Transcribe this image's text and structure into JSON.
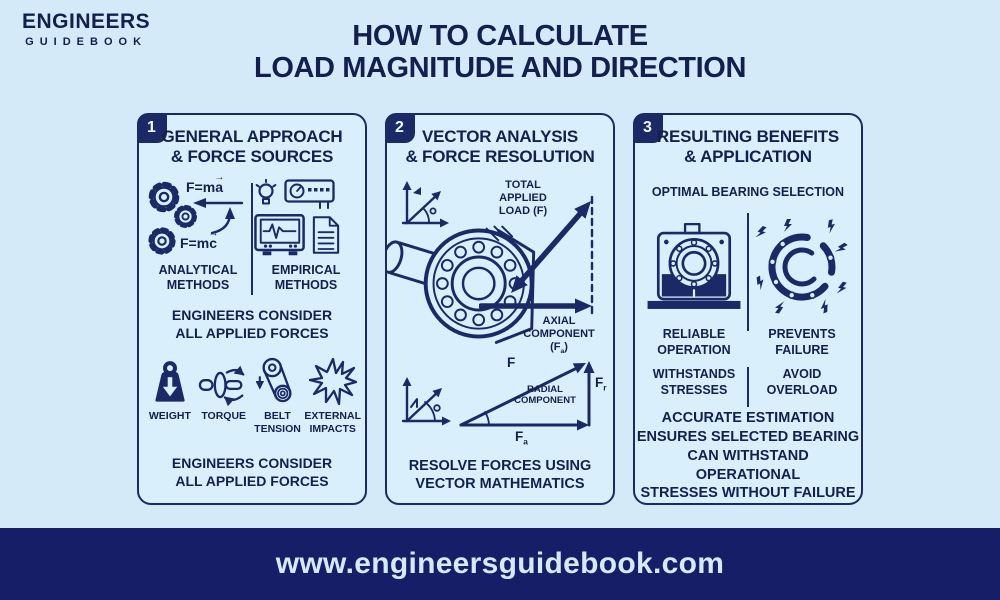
{
  "brand": {
    "name_line1": "ENGINEERS",
    "name_line2": "GUIDEBOOK"
  },
  "header": {
    "title_line1": "HOW TO CALCULATE",
    "title_line2": "LOAD MAGNITUDE AND DIRECTION"
  },
  "footer": {
    "url": "www.engineersguidebook.com"
  },
  "colors": {
    "background": "#d5eaf8",
    "panel_background": "#d9effc",
    "ink_navy": "#1b2a66",
    "text_navy": "#13204e",
    "footer_background": "#171e68",
    "footer_text": "#d5eaf8",
    "badge_text": "#f2f8ff"
  },
  "icons": {
    "vector_arrow": "→",
    "gear-icon": "cog outline",
    "lightbulb-icon": "idea bulb",
    "gauge-icon": "measuring instrument",
    "oscilloscope-icon": "monitor with waveform",
    "document-icon": "report sheet",
    "weight-icon": "kettlebell with down arrow",
    "torque-icon": "shaft with rotation arrows",
    "belt-tension-icon": "belt and pulleys",
    "impact-icon": "starburst",
    "bearing-icon": "ball bearing with shaft",
    "axis-icon": "axes with angle",
    "pillow-block-icon": "mounted bearing unit",
    "cracked-bearing-icon": "broken bearing with sparks"
  },
  "panel1": {
    "number": "1",
    "title_line1": "GENERAL APPROACH",
    "title_line2": "& FORCE SOURCES",
    "analytical": {
      "formula_top_prefix": "F=m",
      "formula_top_var": "a",
      "formula_bottom_prefix": "F=m",
      "formula_bottom_var": "c",
      "label_line1": "ANALYTICAL",
      "label_line2": "METHODS"
    },
    "empirical": {
      "label_line1": "EMPIRICAL",
      "label_line2": "METHODS"
    },
    "mid_heading_line1": "ENGINEERS CONSIDER",
    "mid_heading_line2": "ALL APPLIED FORCES",
    "forces": [
      {
        "label_line1": "WEIGHT",
        "label_line2": ""
      },
      {
        "label_line1": "TORQUE",
        "label_line2": ""
      },
      {
        "label_line1": "BELT",
        "label_line2": "TENSION"
      },
      {
        "label_line1": "EXTERNAL",
        "label_line2": "IMPACTS"
      }
    ],
    "bottom_note_line1": "ENGINEERS CONSIDER",
    "bottom_note_line2": "ALL APPLIED FORCES"
  },
  "panel2": {
    "number": "2",
    "title_line1": "VECTOR ANALYSIS",
    "title_line2": "& FORCE RESOLUTION",
    "total_load_line1": "TOTAL",
    "total_load_line2": "APPLIED",
    "total_load_line3": "LOAD (F)",
    "axial_line1": "AXIAL",
    "axial_line2": "COMPONENT",
    "axial_line3_main": "(F",
    "axial_line3_sub": "a",
    "axial_line3_close": ")",
    "triangle": {
      "hyp_label": "F",
      "vert_label_main": "F",
      "vert_label_sub": "r",
      "base_label_main": "F",
      "base_label_sub": "a",
      "radial_line1": "RADIAL",
      "radial_line2": "COMPONENT"
    },
    "bottom_note_line1": "RESOLVE FORCES USING",
    "bottom_note_line2": "VECTOR MATHEMATICS"
  },
  "panel3": {
    "number": "3",
    "title_line1": "RESULTING BENEFITS",
    "title_line2": "& APPLICATION",
    "subtitle": "OPTIMAL BEARING SELECTION",
    "benefit_left_line1": "RELIABLE",
    "benefit_left_line2": "OPERATION",
    "benefit_right_line1": "PREVENTS",
    "benefit_right_line2": "FAILURE",
    "benefit2_left_line1": "WITHSTANDS",
    "benefit2_left_line2": "STRESSES",
    "benefit2_right_line1": "AVOID",
    "benefit2_right_line2": "OVERLOAD",
    "note_line1": "ACCURATE ESTIMATION",
    "note_line2": "ENSURES SELECTED BEARING",
    "note_line3": "CAN WITHSTAND OPERATIONAL",
    "note_line4": "STRESSES WITHOUT FAILURE"
  }
}
